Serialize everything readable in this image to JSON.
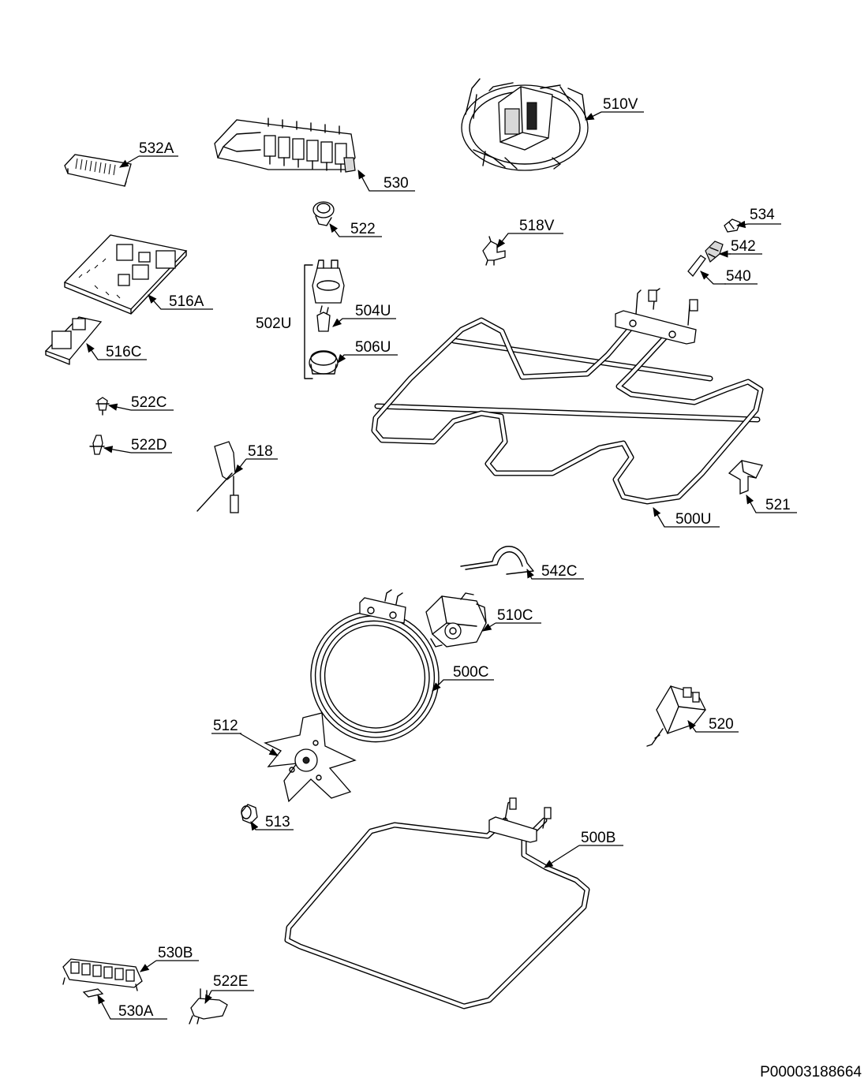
{
  "document_reference": "P00003188664",
  "callouts": [
    {
      "id": "p532A",
      "text": "532A"
    },
    {
      "id": "p530",
      "text": "530"
    },
    {
      "id": "p510V",
      "text": "510V"
    },
    {
      "id": "p522",
      "text": "522"
    },
    {
      "id": "p518V",
      "text": "518V"
    },
    {
      "id": "p534",
      "text": "534"
    },
    {
      "id": "p542",
      "text": "542"
    },
    {
      "id": "p540",
      "text": "540"
    },
    {
      "id": "p516A",
      "text": "516A"
    },
    {
      "id": "p502U",
      "text": "502U"
    },
    {
      "id": "p504U",
      "text": "504U"
    },
    {
      "id": "p506U",
      "text": "506U"
    },
    {
      "id": "p516C",
      "text": "516C"
    },
    {
      "id": "p522C",
      "text": "522C"
    },
    {
      "id": "p522D",
      "text": "522D"
    },
    {
      "id": "p518",
      "text": "518"
    },
    {
      "id": "p521",
      "text": "521"
    },
    {
      "id": "p500U",
      "text": "500U"
    },
    {
      "id": "p542C",
      "text": "542C"
    },
    {
      "id": "p510C",
      "text": "510C"
    },
    {
      "id": "p500C",
      "text": "500C"
    },
    {
      "id": "p512",
      "text": "512"
    },
    {
      "id": "p520",
      "text": "520"
    },
    {
      "id": "p513",
      "text": "513"
    },
    {
      "id": "p500B",
      "text": "500B"
    },
    {
      "id": "p530B",
      "text": "530B"
    },
    {
      "id": "p522E",
      "text": "522E"
    },
    {
      "id": "p530A",
      "text": "530A"
    }
  ]
}
